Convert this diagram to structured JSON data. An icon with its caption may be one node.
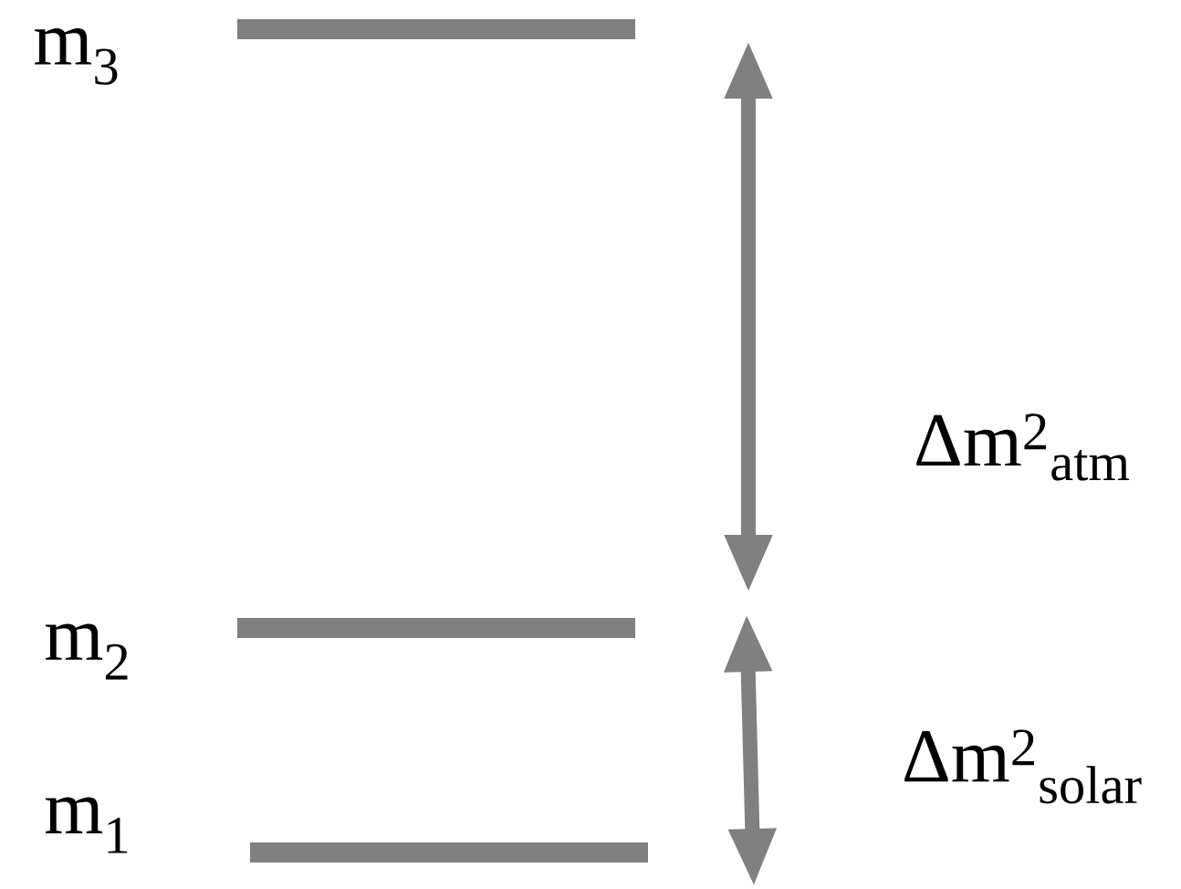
{
  "diagram": {
    "nodes": [
      {
        "text": [],
        "shape": "bar",
        "beside": [
          "m$_{3}$"
        ]
      },
      {
        "text": [],
        "shape": "bar",
        "beside": [
          "m$_{2}$"
        ]
      },
      {
        "text": [],
        "shape": "bar",
        "beside": [
          "m$_{1}$"
        ]
      }
    ],
    "labels": [
      "Δm$^{2}$$_{atm}$",
      "Δm$^{2}$$_{solar}$"
    ]
  }
}
